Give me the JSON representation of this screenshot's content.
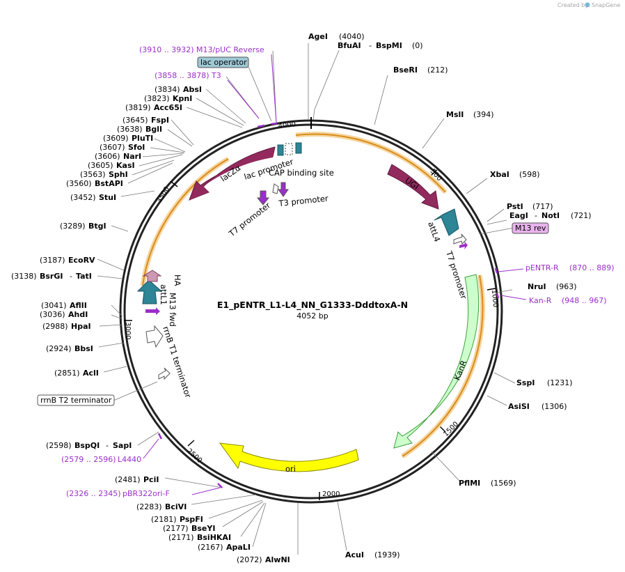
{
  "credit": "Created by",
  "brand": "SnapGene",
  "plasmid": {
    "name": "E1_pENTR_L1-L4_NN_G1333-DddtoxA-N",
    "length_label": "4052 bp"
  },
  "ticks": [
    "500",
    "1000",
    "1500",
    "2000",
    "2500",
    "3000",
    "3500",
    "4000"
  ],
  "enzymes": [
    {
      "name": "AgeI",
      "pos": "(4040)"
    },
    {
      "name": "BfuAI",
      "name2": "BspMI",
      "pos": "(0)"
    },
    {
      "name": "BseRI",
      "pos": "(212)"
    },
    {
      "name": "MslI",
      "pos": "(394)"
    },
    {
      "name": "XbaI",
      "pos": "(598)"
    },
    {
      "name": "PstI",
      "pos": "(717)"
    },
    {
      "name": "EagI",
      "name2": "NotI",
      "pos": "(721)"
    },
    {
      "name": "NruI",
      "pos": "(963)"
    },
    {
      "name": "SspI",
      "pos": "(1231)"
    },
    {
      "name": "AsiSI",
      "pos": "(1306)"
    },
    {
      "name": "PflMI",
      "pos": "(1569)"
    },
    {
      "name": "AcuI",
      "pos": "(1939)"
    },
    {
      "name": "AlwNI",
      "pos": "(2072)"
    },
    {
      "name": "ApaLI",
      "pos": "(2167)"
    },
    {
      "name": "BsiHKAI",
      "pos": "(2171)"
    },
    {
      "name": "BseYI",
      "pos": "(2177)"
    },
    {
      "name": "PspFI",
      "pos": "(2181)"
    },
    {
      "name": "BciVI",
      "pos": "(2283)"
    },
    {
      "name": "PciI",
      "pos": "(2481)"
    },
    {
      "name": "BspQI",
      "name2": "SapI",
      "pos": "(2598)"
    },
    {
      "name": "AclI",
      "pos": "(2851)"
    },
    {
      "name": "BbsI",
      "pos": "(2924)"
    },
    {
      "name": "HpaI",
      "pos": "(2988)"
    },
    {
      "name": "AhdI",
      "pos": "(3036)"
    },
    {
      "name": "AflII",
      "pos": "(3041)"
    },
    {
      "name": "BsrGI",
      "name2": "TatI",
      "pos": "(3138)"
    },
    {
      "name": "EcoRV",
      "pos": "(3187)"
    },
    {
      "name": "BtgI",
      "pos": "(3289)"
    },
    {
      "name": "StuI",
      "pos": "(3452)"
    },
    {
      "name": "BstAPI",
      "pos": "(3560)"
    },
    {
      "name": "SphI",
      "pos": "(3563)"
    },
    {
      "name": "KasI",
      "pos": "(3605)"
    },
    {
      "name": "NarI",
      "pos": "(3606)"
    },
    {
      "name": "SfoI",
      "pos": "(3607)"
    },
    {
      "name": "PluTI",
      "pos": "(3609)"
    },
    {
      "name": "BglI",
      "pos": "(3638)"
    },
    {
      "name": "FspI",
      "pos": "(3645)"
    },
    {
      "name": "Acc65I",
      "pos": "(3819)"
    },
    {
      "name": "KpnI",
      "pos": "(3823)"
    },
    {
      "name": "AbsI",
      "pos": "(3834)"
    }
  ],
  "primers": [
    {
      "range": "(3910 .. 3932)",
      "name": "M13/pUC Reverse"
    },
    {
      "range": "(3858 .. 3878)",
      "name": "T3"
    },
    {
      "name": "pENTR-R",
      "range": "(870 .. 889)"
    },
    {
      "name": "Kan-R",
      "range": "(948 .. 967)"
    },
    {
      "range": "(2579 .. 2596)",
      "name": "L4440"
    },
    {
      "range": "(2326 .. 2345)",
      "name": "pBR322ori-F"
    }
  ],
  "boxed": {
    "lac_operator": "lac operator",
    "m13_rev": "M13 rev",
    "rrnb_t2": "rrnB T2 terminator"
  },
  "features": {
    "lacZa": "lacZα",
    "ugi": "UGI",
    "kanr": "KanR",
    "ori": "ori",
    "lac_promoter": "lac promoter",
    "cap_site": "CAP binding site",
    "t7_promoter_top": "T7 promoter",
    "t3_promoter": "T3 promoter",
    "attl4": "attL4",
    "t7_promoter_right": "T7 promoter",
    "ha": "HA",
    "attl1": "attL1",
    "m13_fwd": "M13 fwd",
    "rrnb_t1": "rrnB T1 terminator"
  },
  "colors": {
    "lacZa": "#932a5e",
    "ugi": "#932a5e",
    "kanr": "#ccffcc",
    "ori": "#ffff00",
    "attl": "#2d8596",
    "ha": "#cc99b2",
    "primer": "#9b2ec9",
    "lac_operator": "#9ec8d6",
    "m13_rev": "#e8b3ec",
    "orf": "#e0a020"
  }
}
